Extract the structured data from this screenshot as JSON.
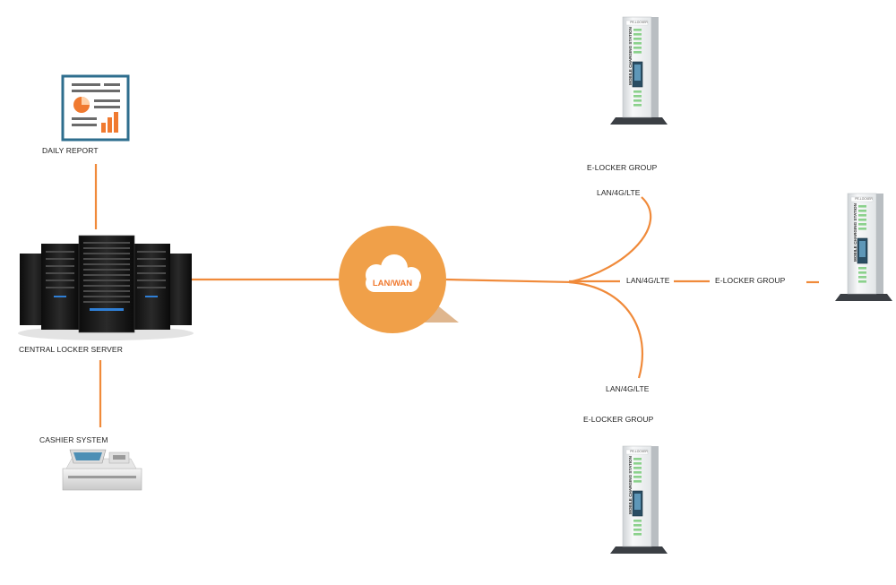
{
  "nodes": {
    "daily_report": "DAILY REPORT",
    "central_server": "CENTRAL LOCKER SERVER",
    "cashier_system": "CASHIER SYSTEM",
    "cloud": "LAN/WAN"
  },
  "branches": {
    "top": {
      "link": "LAN/4G/LTE",
      "group": "E-LOCKER GROUP"
    },
    "right": {
      "link": "LAN/4G/LTE",
      "group": "E-LOCKER GROUP"
    },
    "bottom": {
      "link": "LAN/4G/LTE",
      "group": "E-LOCKER GROUP"
    }
  },
  "kiosk": {
    "brand": "PE-LOCKER",
    "caption": "MOBILE CHARGING STATION"
  },
  "colors": {
    "line": "#F08A3A",
    "cloud": "#F0A049",
    "report_frame": "#2E6E8E",
    "report_accent": "#F07A30"
  }
}
